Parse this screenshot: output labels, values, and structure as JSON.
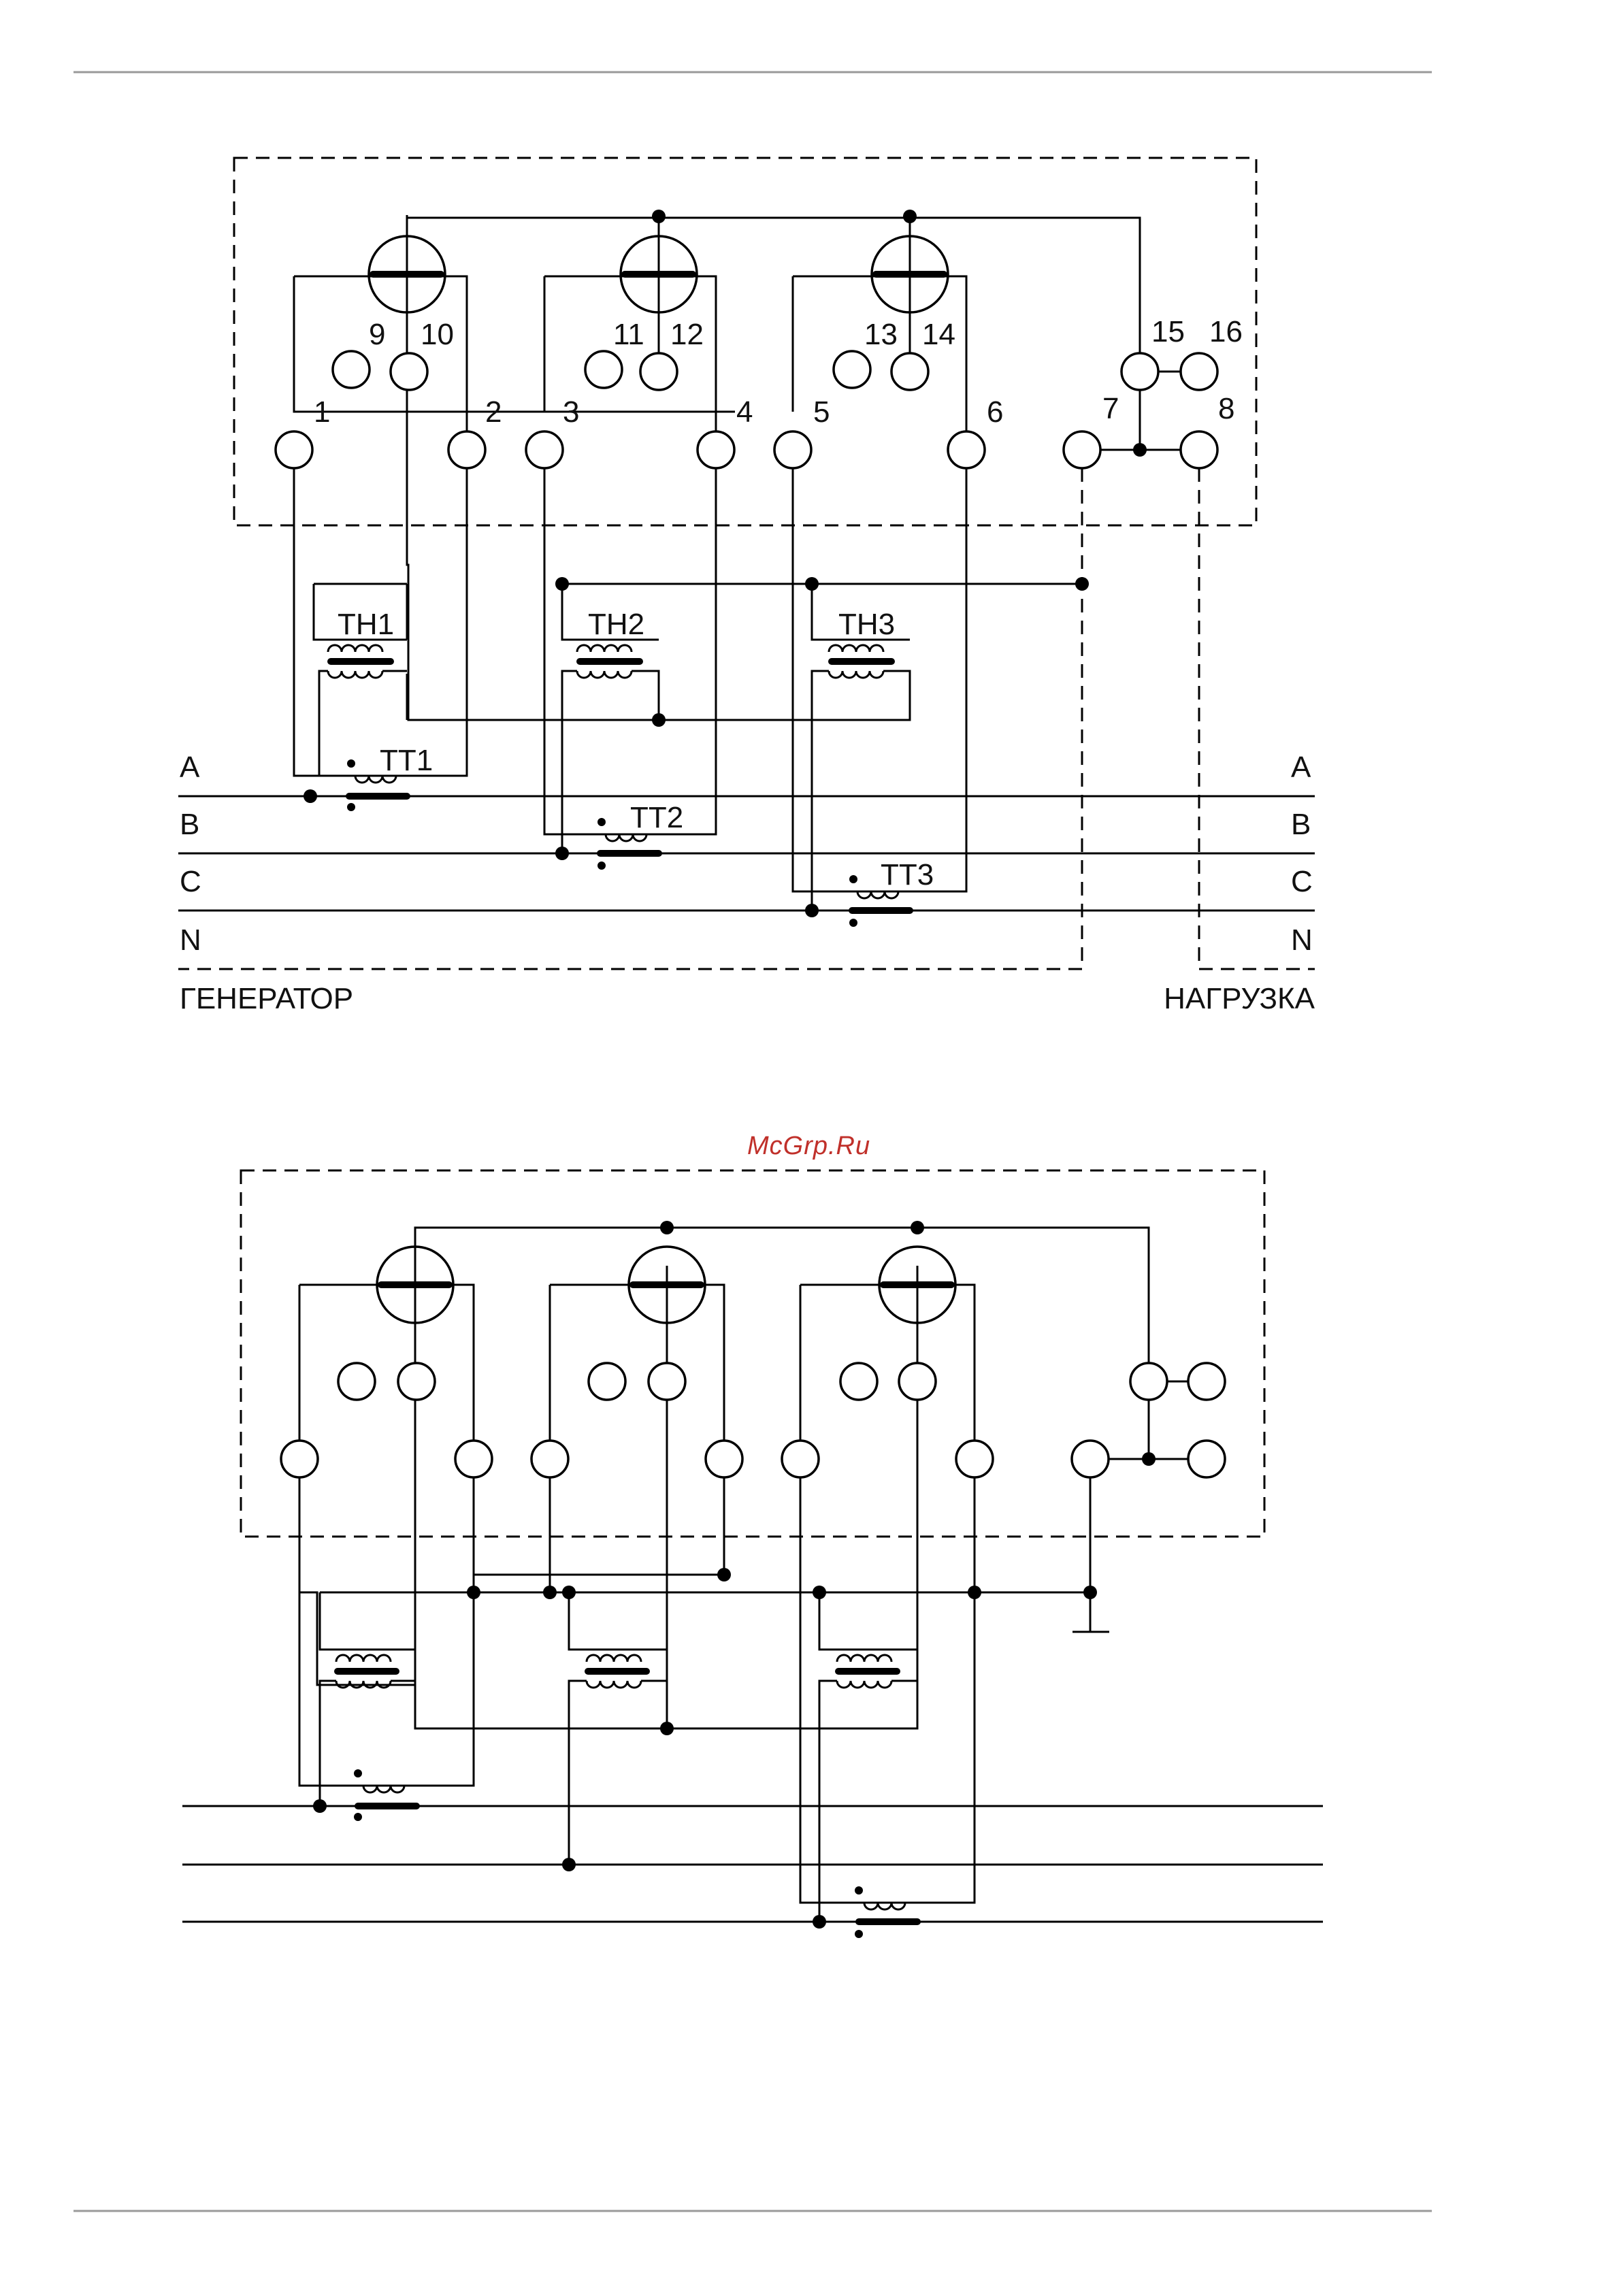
{
  "diagram1": {
    "terminals": [
      "1",
      "2",
      "3",
      "4",
      "5",
      "6",
      "7",
      "8",
      "9",
      "10",
      "11",
      "12",
      "13",
      "14",
      "15",
      "16"
    ],
    "voltage_transformers": [
      "ТН1",
      "ТН2",
      "ТН3"
    ],
    "current_transformers": [
      "ТТ1",
      "ТТ2",
      "ТТ3"
    ],
    "phases_left": [
      "A",
      "B",
      "C",
      "N"
    ],
    "phases_right": [
      "A",
      "B",
      "C",
      "N"
    ],
    "generator_label": "ГЕНЕРАТОР",
    "load_label": "НАГРУЗКА"
  },
  "watermark": "McGrp.Ru",
  "colors": {
    "line": "#000000",
    "rule": "#9a9a9a",
    "watermark": "#c0302a"
  }
}
